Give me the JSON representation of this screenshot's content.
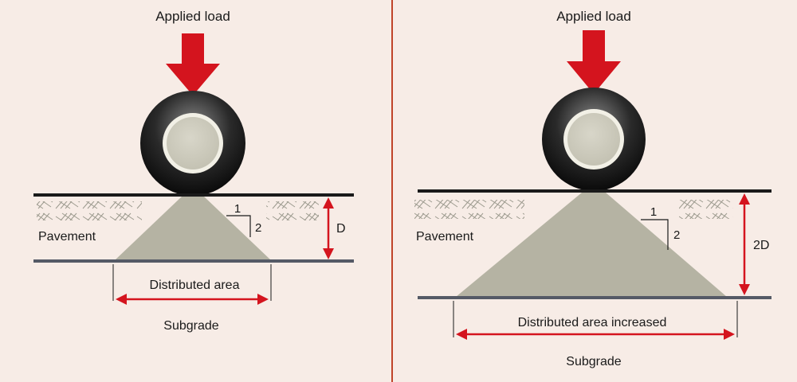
{
  "colors": {
    "background": "#f7ece6",
    "divider": "#c0442a",
    "arrow": "#d4141e",
    "distribution": "#b5b3a3",
    "surface_line": "#1a1a1a",
    "subgrade_line": "#555a66",
    "hatch": "#9c9a8e"
  },
  "left": {
    "load_label": "Applied load",
    "pavement_label": "Pavement",
    "slope_run": "1",
    "slope_rise": "2",
    "depth_label": "D",
    "area_label": "Distributed area",
    "subgrade_label": "Subgrade"
  },
  "right": {
    "load_label": "Applied load",
    "pavement_label": "Pavement",
    "slope_run": "1",
    "slope_rise": "2",
    "depth_label": "2D",
    "area_label": "Distributed area increased",
    "subgrade_label": "Subgrade"
  }
}
